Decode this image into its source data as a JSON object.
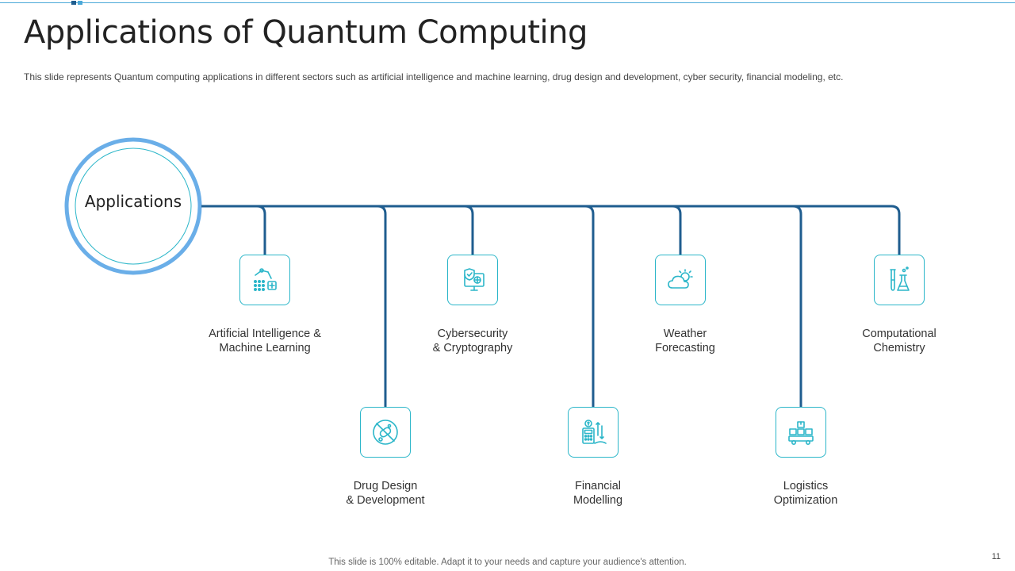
{
  "slide": {
    "title": "Applications of Quantum Computing",
    "subtitle": "This slide represents Quantum computing applications in different  sectors such as artificial intelligence and machine learning, drug design and development,  cyber security, financial modeling, etc.",
    "footer": "This slide is 100% editable. Adapt it to your needs and capture your audience's attention.",
    "page_number": "11"
  },
  "hub": {
    "label": "Applications"
  },
  "colors": {
    "line": "#1f5d8f",
    "node_border": "#2bb6c9",
    "hub_ring": "#6aaee8",
    "icon": "#2bb6c9"
  },
  "nodes": [
    {
      "id": "ai",
      "line1": "Artificial Intelligence &",
      "line2": "Machine Learning",
      "icon": "robot-arm-icon",
      "row": "top"
    },
    {
      "id": "drug",
      "line1": "Drug Design",
      "line2": "& Development",
      "icon": "pill-no-icon",
      "row": "bottom"
    },
    {
      "id": "cyber",
      "line1": "Cybersecurity",
      "line2": "& Cryptography",
      "icon": "security-monitor-icon",
      "row": "top"
    },
    {
      "id": "fin",
      "line1": "Financial",
      "line2": "Modelling",
      "icon": "finance-calculator-icon",
      "row": "bottom"
    },
    {
      "id": "weather",
      "line1": "Weather",
      "line2": "Forecasting",
      "icon": "cloud-sun-icon",
      "row": "top"
    },
    {
      "id": "logistics",
      "line1": "Logistics",
      "line2": "Optimization",
      "icon": "delivery-truck-icon",
      "row": "bottom"
    },
    {
      "id": "chem",
      "line1": "Computational",
      "line2": "Chemistry",
      "icon": "lab-flask-icon",
      "row": "top"
    }
  ]
}
